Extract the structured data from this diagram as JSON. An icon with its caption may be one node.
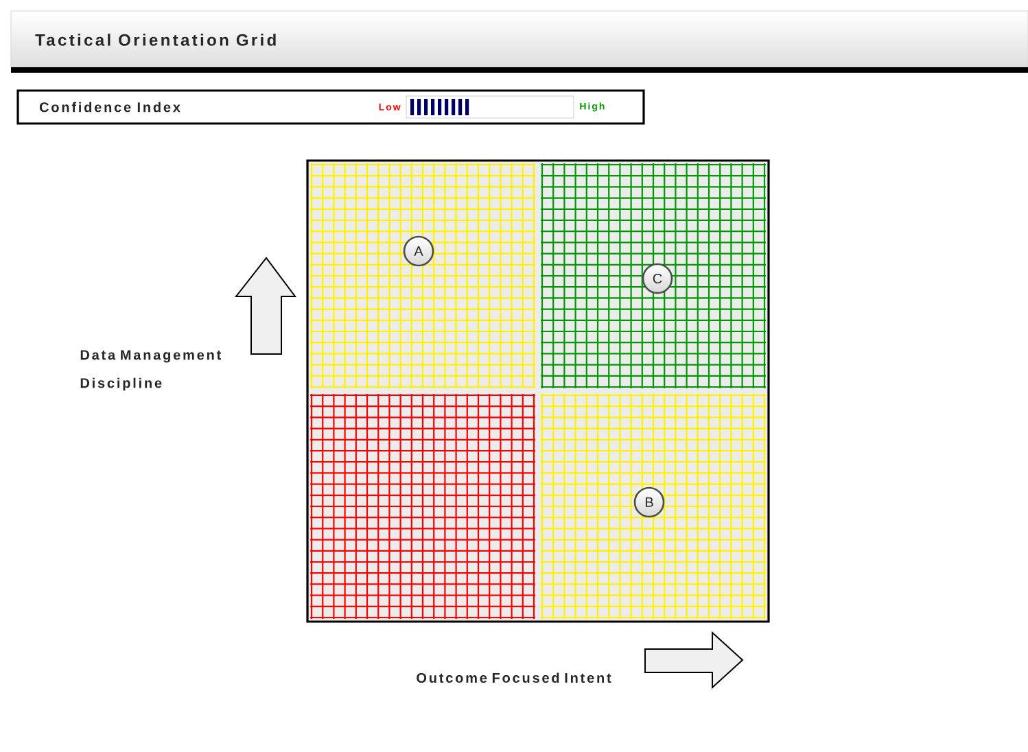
{
  "diagram": {
    "title": "Tactical Orientation Grid",
    "nodes": [
      {
        "text": [
          "A"
        ]
      },
      {
        "text": [
          "C"
        ]
      },
      {
        "text": [
          "B"
        ]
      }
    ],
    "labels": [
      "Confidence Index",
      "Low",
      "High",
      "Data Management Discipline",
      "Outcome Focused Intent"
    ]
  }
}
